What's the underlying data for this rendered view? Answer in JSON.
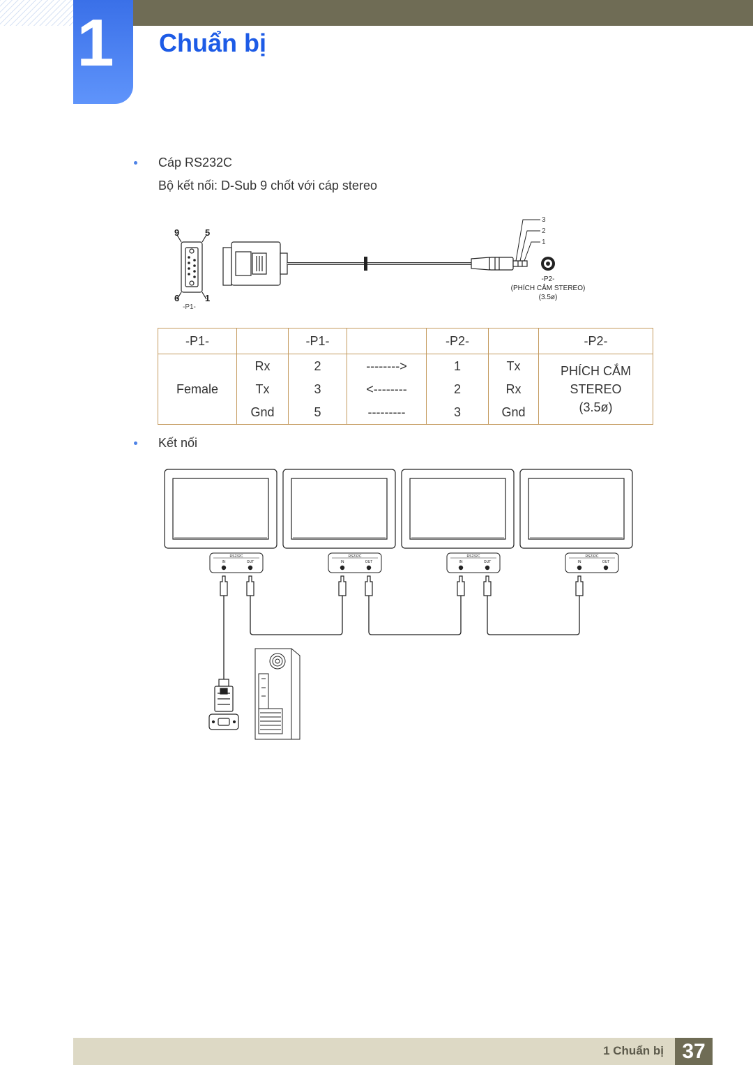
{
  "chapter": {
    "number": "1",
    "title": "Chuẩn bị"
  },
  "section1": {
    "bullet": "Cáp RS232C",
    "subtitle": "Bộ kết nối: D-Sub 9 chốt với cáp stereo"
  },
  "diagram": {
    "p1_pins": {
      "tl": "9",
      "tr": "5",
      "bl": "6",
      "br": "1"
    },
    "p1_label": "-P1-",
    "p2_pins": [
      "3",
      "2",
      "1"
    ],
    "p2_label": "-P2-",
    "p2_name": "(PHÍCH CẮM STEREO)",
    "p2_size": "(3.5ø)"
  },
  "table": {
    "headers": [
      "-P1-",
      "",
      "-P1-",
      "",
      "-P2-",
      "",
      "-P2-"
    ],
    "p1_type": "Female",
    "p1_signals": [
      "Rx",
      "Tx",
      "Gnd"
    ],
    "p1_pins": [
      "2",
      "3",
      "5"
    ],
    "arrows": [
      "-------->",
      "<--------",
      "---------"
    ],
    "p2_pins": [
      "1",
      "2",
      "3"
    ],
    "p2_signals": [
      "Tx",
      "Rx",
      "Gnd"
    ],
    "p2_type": [
      "PHÍCH CẮM",
      "STEREO",
      "(3.5ø)"
    ]
  },
  "section2": {
    "bullet": "Kết nối"
  },
  "connection": {
    "port_label": "RS232C",
    "in_label": "IN",
    "out_label": "OUT",
    "monitor_count": 4
  },
  "footer": {
    "label": "1 Chuẩn bị",
    "page": "37"
  }
}
